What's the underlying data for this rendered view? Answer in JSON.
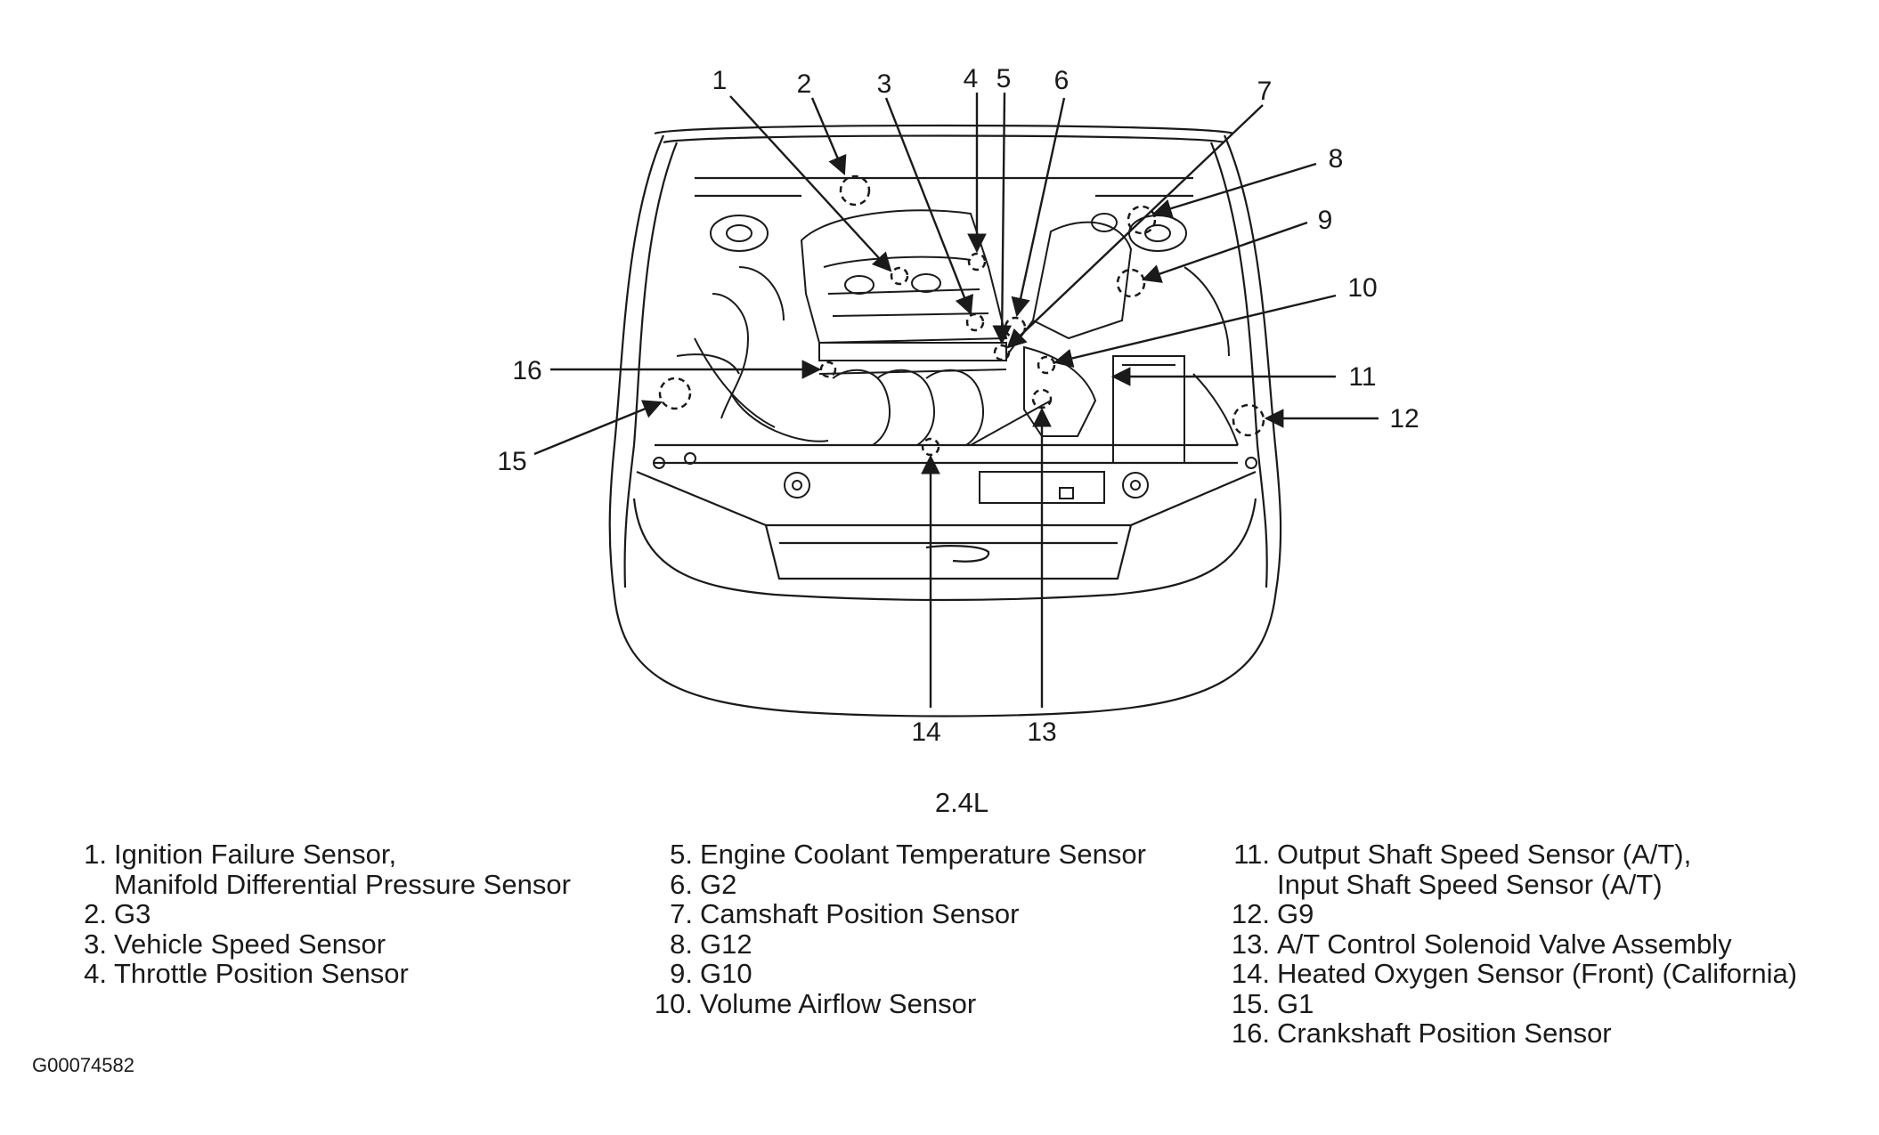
{
  "diagram": {
    "engine_label": "2.4L",
    "figure_id": "G00074582",
    "callouts": [
      {
        "num": "1"
      },
      {
        "num": "2"
      },
      {
        "num": "3"
      },
      {
        "num": "4"
      },
      {
        "num": "5"
      },
      {
        "num": "6"
      },
      {
        "num": "7"
      },
      {
        "num": "8"
      },
      {
        "num": "9"
      },
      {
        "num": "10"
      },
      {
        "num": "11"
      },
      {
        "num": "12"
      },
      {
        "num": "13"
      },
      {
        "num": "14"
      },
      {
        "num": "15"
      },
      {
        "num": "16"
      }
    ]
  },
  "legend": {
    "columns": [
      [
        {
          "num": "1.",
          "text": "Ignition Failure Sensor,\nManifold Differential Pressure Sensor"
        },
        {
          "num": "2.",
          "text": "G3"
        },
        {
          "num": "3.",
          "text": "Vehicle Speed Sensor"
        },
        {
          "num": "4.",
          "text": "Throttle Position Sensor"
        }
      ],
      [
        {
          "num": "5.",
          "text": "Engine Coolant Temperature Sensor"
        },
        {
          "num": "6.",
          "text": "G2"
        },
        {
          "num": "7.",
          "text": "Camshaft Position Sensor"
        },
        {
          "num": "8.",
          "text": "G12"
        },
        {
          "num": "9.",
          "text": "G10"
        },
        {
          "num": "10.",
          "text": "Volume Airflow Sensor"
        }
      ],
      [
        {
          "num": "11.",
          "text": "Output Shaft Speed Sensor (A/T),\nInput Shaft Speed Sensor (A/T)"
        },
        {
          "num": "12.",
          "text": "G9"
        },
        {
          "num": "13.",
          "text": "A/T Control Solenoid Valve Assembly"
        },
        {
          "num": "14.",
          "text": "Heated Oxygen Sensor (Front) (California)"
        },
        {
          "num": "15.",
          "text": "G1"
        },
        {
          "num": "16.",
          "text": "Crankshaft Position Sensor"
        }
      ]
    ]
  }
}
